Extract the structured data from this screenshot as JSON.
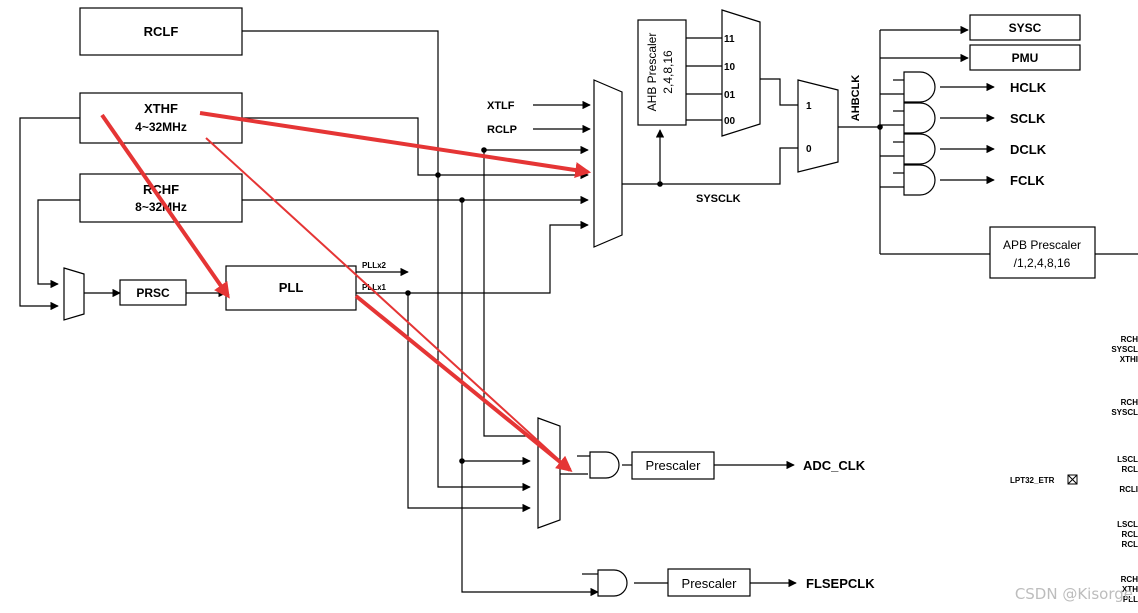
{
  "diagram": {
    "sources": {
      "rclf": "RCLF",
      "xthf": "XTHF",
      "xthf_range": "4~32MHz",
      "rchf": "RCHF",
      "rchf_range": "8~32MHz",
      "xtlf": "XTLF",
      "rclp": "RCLP"
    },
    "blocks": {
      "prsc": "PRSC",
      "pll": "PLL",
      "pll_x2": "PLLx2",
      "pll_x1": "PLLx1",
      "ahb_prescaler_title": "AHB Prescaler",
      "ahb_prescaler_values": "2,4,8,16",
      "apb_prescaler_title": "APB Prescaler",
      "apb_prescaler_values": "/1,2,4,8,16",
      "adc_prescaler": "Prescaler",
      "flsep_prescaler": "Prescaler"
    },
    "mux_labels": {
      "ahb_sel": [
        "11",
        "10",
        "01",
        "00"
      ],
      "clk_sel_1": "1",
      "clk_sel_0": "0"
    },
    "signals": {
      "sysclk": "SYSCLK",
      "ahbclk": "AHBCLK",
      "adc_clk": "ADC_CLK",
      "flsepclk": "FLSEPCLK"
    },
    "outputs": {
      "sysc": "SYSC",
      "pmu": "PMU",
      "hclk": "HCLK",
      "sclk": "SCLK",
      "dclk": "DCLK",
      "fclk": "FCLK"
    },
    "right_edge": {
      "group1": [
        "RCH",
        "SYSCL",
        "XTHI"
      ],
      "group2": [
        "RCH",
        "SYSCL"
      ],
      "group3": [
        "LSCL",
        "RCL"
      ],
      "lpt32_etr": "LPT32_ETR",
      "group3b": "RCLI",
      "group4": [
        "LSCL",
        "RCL",
        "RCL"
      ],
      "group5": [
        "RCH",
        "XTH",
        "PLL"
      ]
    },
    "watermark": "CSDN @Kisorge",
    "colors": {
      "annotation_arrow": "#e53535"
    }
  }
}
